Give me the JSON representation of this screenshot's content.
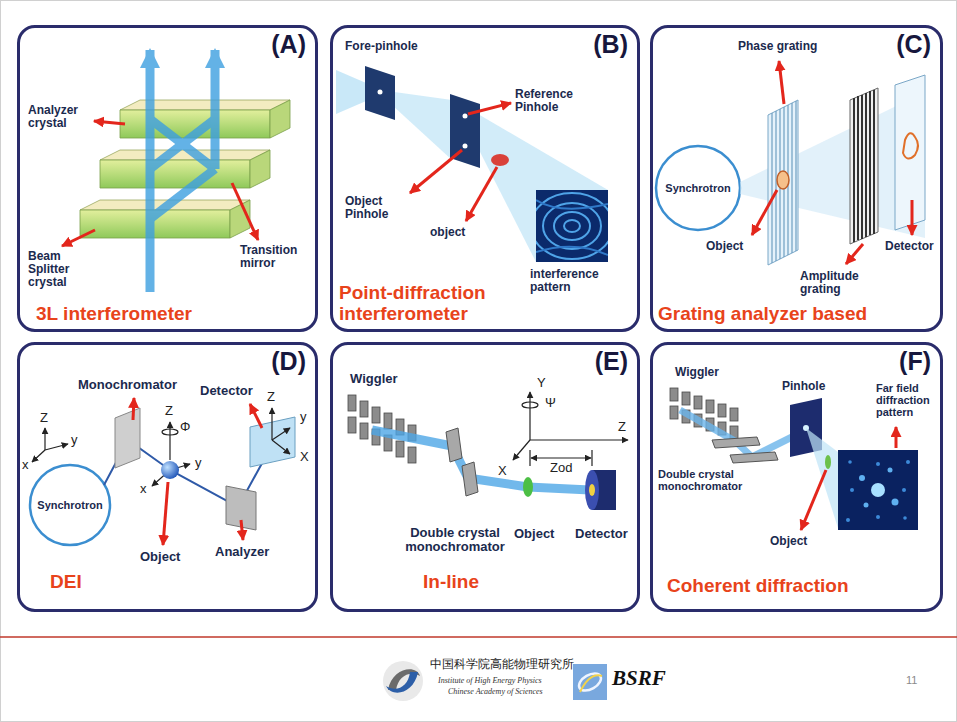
{
  "diagram": {
    "nodes": [
      {
        "text": [
          "(A)",
          "3L interferometer"
        ]
      },
      {
        "text": [
          "(B)",
          "Point-diffraction interferometer"
        ]
      },
      {
        "text": [
          "(C)",
          "Grating analyzer based"
        ]
      },
      {
        "text": [
          "(D)",
          "DEI"
        ]
      },
      {
        "text": [
          "(E)",
          "In-line"
        ]
      },
      {
        "text": [
          "(F)",
          "Coherent diffraction"
        ]
      }
    ],
    "labels": [
      "Analyzer crystal",
      "Transition mirror",
      "Beam Splitter crystal",
      "Fore-pinhole",
      "Reference Pinhole",
      "Object Pinhole",
      "object",
      "interference pattern",
      "Synchrotron",
      "Phase grating",
      "Object",
      "Detector",
      "Amplitude grating",
      "Synchrotron",
      "Monochromator",
      "Detector",
      "Object",
      "Analyzer",
      "Z",
      "y",
      "x",
      "Z",
      "Φ",
      "y",
      "x",
      "Z",
      "y",
      "X",
      "Wiggler",
      "Double crystal monochromator",
      "Object",
      "Detector",
      "Y",
      "Ψ",
      "X",
      "Z",
      "Zod",
      "Wiggler",
      "Double crystal monochromator",
      "Pinhole",
      "Far field diffraction pattern",
      "Object",
      "中国科学院高能物理研究所",
      "Institute of High Energy Physics",
      "Chinese Academy of Sciences",
      "BSRF",
      "11"
    ]
  }
}
